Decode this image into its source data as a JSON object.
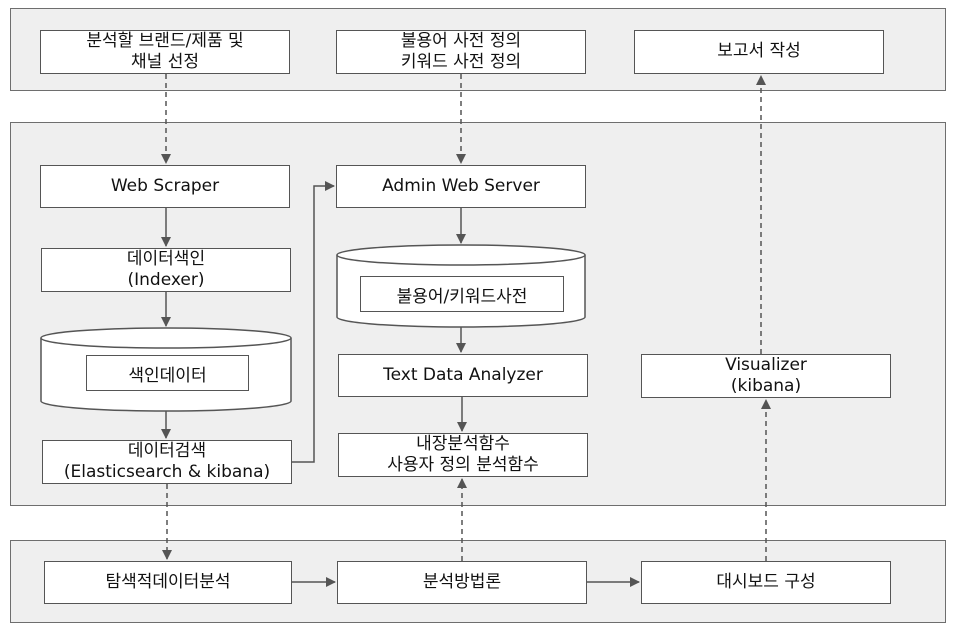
{
  "top": {
    "brand_select": [
      "분석할 브랜드/제품 및",
      "채널 선정"
    ],
    "dictionary_define": [
      "불용어 사전 정의",
      "키워드 사전 정의"
    ],
    "report_write": "보고서 작성"
  },
  "middle": {
    "web_scraper": "Web Scraper",
    "indexer": [
      "데이터색인",
      "(Indexer)"
    ],
    "index_data": "색인데이터",
    "search": [
      "데이터검색",
      "(Elasticsearch & kibana)"
    ],
    "admin_server": "Admin Web Server",
    "dictionary": "불용어/키워드사전",
    "text_analyzer": "Text Data Analyzer",
    "functions": [
      "내장분석함수",
      "사용자 정의 분석함수"
    ],
    "visualizer": [
      "Visualizer",
      "(kibana)"
    ]
  },
  "bottom": {
    "exploratory": "탐색적데이터분석",
    "methodology": "분석방법론",
    "dashboard": "대시보드 구성"
  }
}
